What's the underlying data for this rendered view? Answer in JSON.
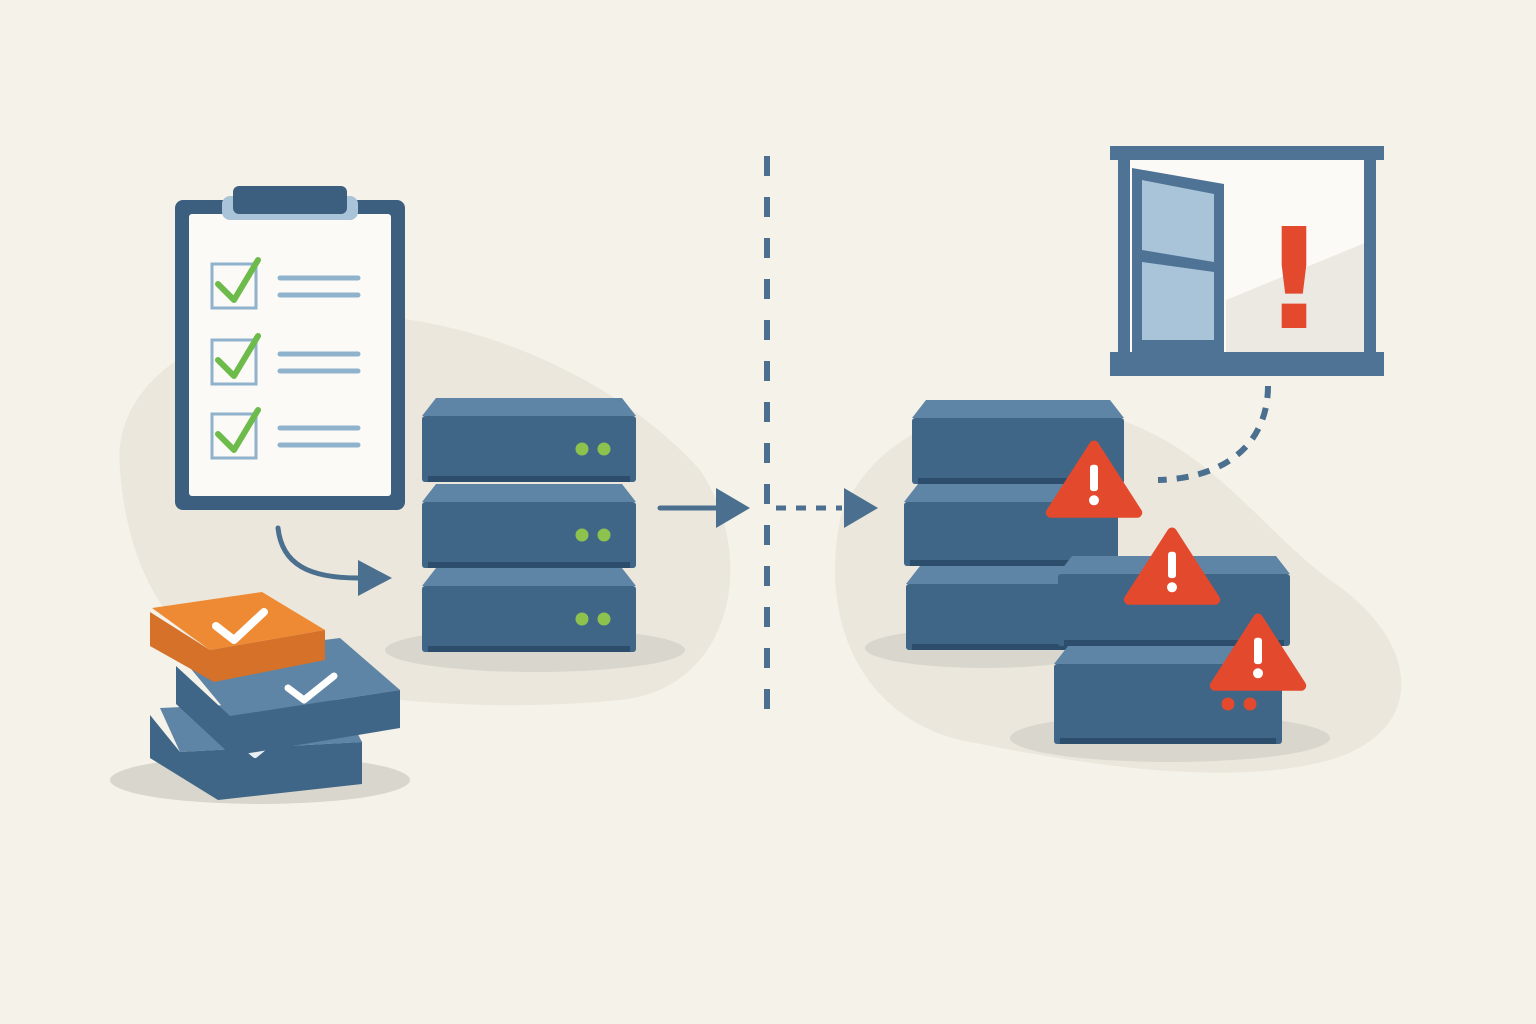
{
  "colors": {
    "background": "#f5f2ea",
    "blob": "#ebe7dc",
    "server_top": "#5e84a6",
    "server_body": "#3f6687",
    "server_bottom": "#2c4d6b",
    "shadow": "#d9d6cd",
    "ok_led": "#8ec24f",
    "check_green": "#6dbb4a",
    "clipboard_frame": "#3d5f7f",
    "clipboard_paper": "#fbfaf6",
    "line_blue": "#8fb3cc",
    "orange_card": "#ee8a33",
    "alert_red": "#e2492d",
    "window_frame": "#4f7394",
    "window_glass": "#a9c3d8",
    "connector": "#4b6f8f"
  },
  "icons": {
    "clipboard": "checklist-clipboard-icon",
    "server_healthy": "server-stack-healthy-icon",
    "server_alert": "server-stack-alert-icon",
    "warning": "warning-triangle-icon",
    "window": "open-window-alert-icon",
    "cards": "checked-cards-stack-icon"
  },
  "diagram": {
    "left_panel": {
      "checklist_items": [
        {
          "checked": true
        },
        {
          "checked": true
        },
        {
          "checked": true
        }
      ],
      "healthy_server_units": 3,
      "checked_cards": 3
    },
    "right_panel": {
      "alert_server_units": 5,
      "warning_badges": 3,
      "exclamation": "!"
    }
  }
}
